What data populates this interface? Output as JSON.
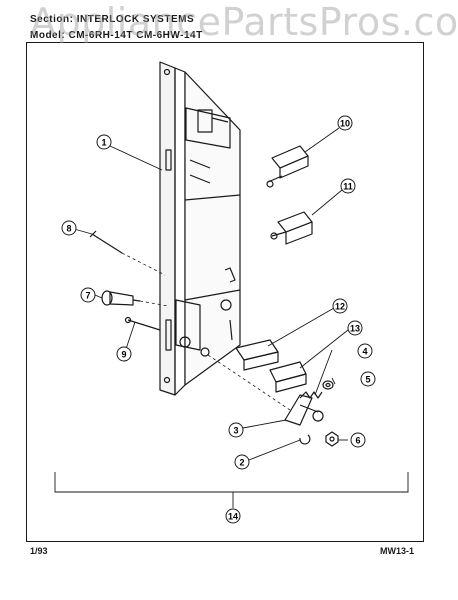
{
  "header": {
    "section_line": "Section: INTERLOCK SYSTEMS",
    "model_line": "Model: CM-6RH-14T  CM-6HW-14T"
  },
  "watermark": "AppliancePartsPros.com",
  "footer": {
    "left": "1/93",
    "right": "MW13-1"
  },
  "callouts": [
    "1",
    "2",
    "3",
    "4",
    "5",
    "6",
    "7",
    "8",
    "9",
    "10",
    "11",
    "12",
    "13",
    "14"
  ],
  "colors": {
    "ink": "#1a1a1a",
    "paper": "#ffffff",
    "watermark": "#9a9a9a"
  }
}
